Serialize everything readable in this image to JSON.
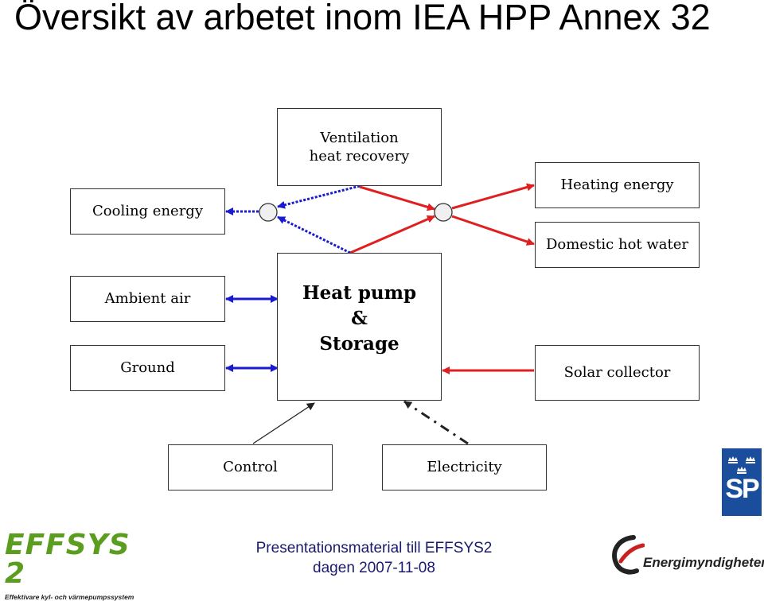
{
  "title": "Översikt av arbetet inom IEA HPP Annex 32",
  "boxes": {
    "ventilation": "Ventilation heat recovery",
    "cooling": "Cooling energy",
    "heating": "Heating energy",
    "dhw": "Domestic hot water",
    "ambient": "Ambient air",
    "ground": "Ground",
    "heatpump_line1": "Heat pump",
    "heatpump_line2": "&",
    "heatpump_line3": "Storage",
    "solar": "Solar collector",
    "control": "Control",
    "electricity": "Electricity"
  },
  "colors": {
    "hot_flow": "#e02020",
    "cold_flow": "#1a1ad0",
    "control_line": "#222222"
  },
  "footer": {
    "line1": "Presentationsmaterial till EFFSYS2",
    "line2": "dagen 2007-11-08"
  },
  "logos": {
    "effsys_word": "EFFSYS 2",
    "effsys_tagline": "Effektivare kyl- och värmepumpssystem",
    "sp_letters": "SP",
    "energi_name": "Energimyndigheten"
  }
}
